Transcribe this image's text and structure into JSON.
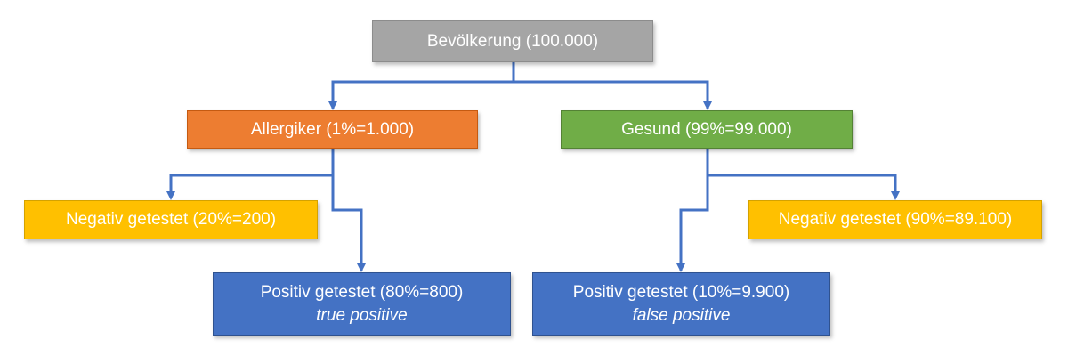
{
  "colors": {
    "root": "#a5a5a5",
    "allergiker": "#ed7d31",
    "gesund": "#70ad47",
    "negativ": "#ffc000",
    "positiv": "#4472c4",
    "connector": "#4472c4"
  },
  "nodes": {
    "root": {
      "label": "Bevölkerung (100.000)"
    },
    "allergiker": {
      "label": "Allergiker (1%=1.000)"
    },
    "gesund": {
      "label": "Gesund (99%=99.000)"
    },
    "allergiker_negativ": {
      "label": "Negativ getestet (20%=200)"
    },
    "allergiker_positiv": {
      "label": "Positiv getestet (80%=800)",
      "sublabel": "true positive"
    },
    "gesund_negativ": {
      "label": "Negativ getestet (90%=89.100)"
    },
    "gesund_positiv": {
      "label": "Positiv getestet (10%=9.900)",
      "sublabel": "false positive"
    }
  }
}
